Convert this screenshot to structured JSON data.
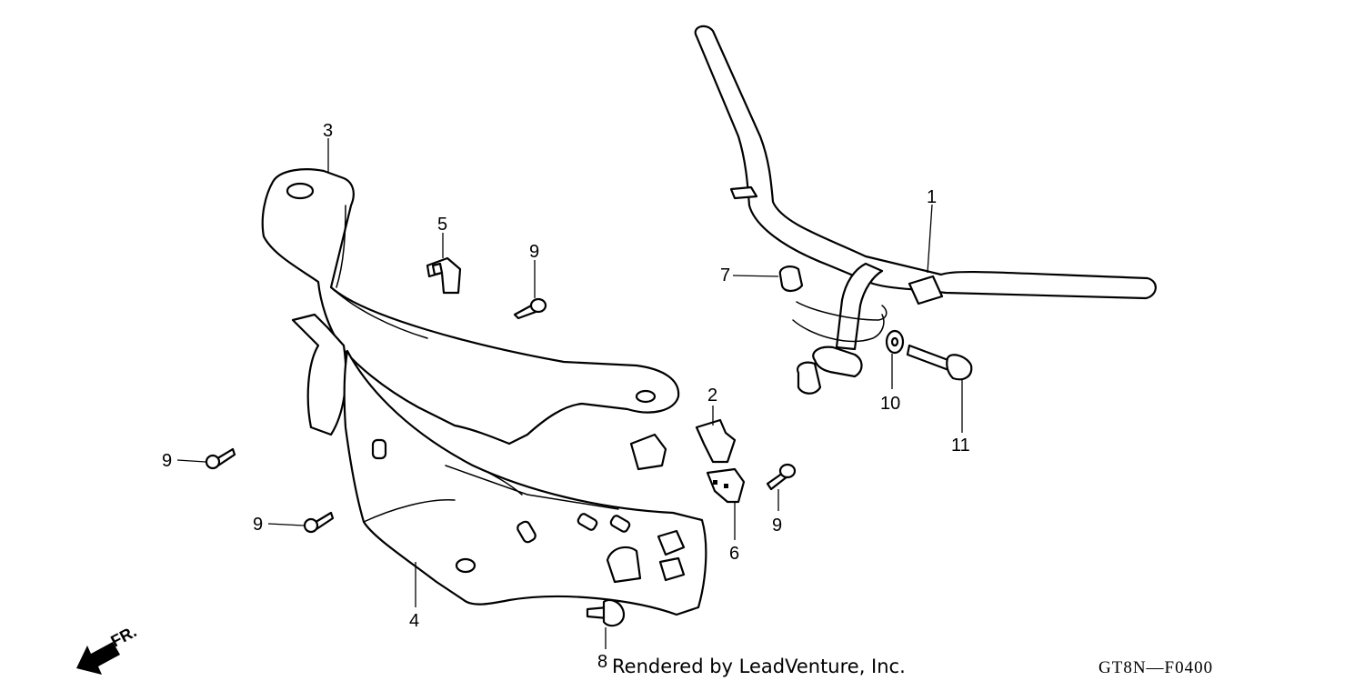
{
  "callouts": {
    "p1": "1",
    "p2": "2",
    "p3": "3",
    "p4": "4",
    "p5": "5",
    "p6": "6",
    "p7": "7",
    "p8": "8",
    "p9a": "9",
    "p9b": "9",
    "p9c": "9",
    "p9d": "9",
    "p10": "10",
    "p11": "11"
  },
  "direction_label": "FR.",
  "credit": "Rendered by LeadVenture, Inc.",
  "diagram_code": "GT8N—F0400"
}
